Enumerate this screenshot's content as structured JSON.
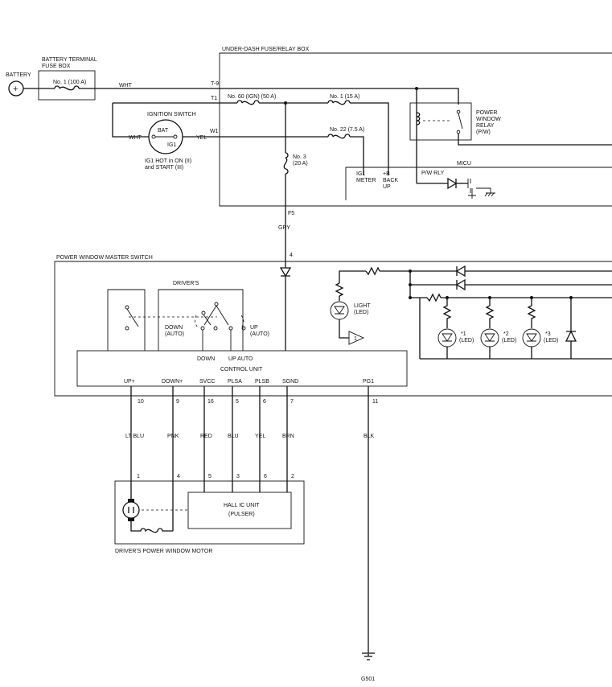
{
  "battery": {
    "label": "BATTERY",
    "symbol": "+"
  },
  "battery_fuse_box": {
    "title_line1": "BATTERY TERMINAL",
    "title_line2": "FUSE BOX",
    "fuse": "No. 1 (100 A)"
  },
  "under_dash": {
    "title": "UNDER-DASH FUSE/RELAY BOX",
    "terminals": {
      "t9": "T-9",
      "t1": "T1",
      "w1": "W1",
      "f5": "F5"
    },
    "fuses": {
      "no60": "No. 60 (IGN) (50 A)",
      "no1": "No. 1 (15 A)",
      "no22": "No. 22 (7.5 A)",
      "no3_line1": "No. 3",
      "no3_line2": "(20 A)"
    },
    "relay": {
      "line1": "POWER",
      "line2": "WINDOW",
      "line3": "RELAY",
      "line4": "(P/W)"
    },
    "micu": {
      "title": "MICU",
      "pw_rly": "P/W RLY",
      "ig1": "IG1",
      "meter": "METER",
      "plus_b": "+B",
      "back": "BACK",
      "up": "UP"
    }
  },
  "ignition_switch": {
    "title": "IGNITION SWITCH",
    "bat": "BAT",
    "ig1": "IG1",
    "note_line1": "IG1 HOT in ON (II)",
    "note_line2": "and START (III)"
  },
  "wire_colors": {
    "wht_top": "WHT",
    "wht_ign": "WHT",
    "yel_ign": "YEL",
    "gry": "GRY",
    "lt_blu": "LT BLU",
    "pnk": "PNK",
    "red": "RED",
    "blu": "BLU",
    "yel": "YEL",
    "brn": "BRN",
    "blk": "BLK"
  },
  "master_switch": {
    "title": "POWER WINDOW MASTER SWITCH",
    "pin_top": "4",
    "drivers": "DRIVER'S",
    "down_auto_line1": "DOWN",
    "down_auto_line2": "(AUTO)",
    "up_auto_line1": "UP",
    "up_auto_line2": "(AUTO)",
    "light_line1": "LIGHT",
    "light_line2": "(LED)",
    "light_marker": "1",
    "leds": [
      {
        "mark": "*1",
        "label": "(LED)"
      },
      {
        "mark": "*2",
        "label": "(LED)"
      },
      {
        "mark": "*3",
        "label": "(LED)"
      }
    ],
    "control_unit": {
      "title": "CONTROL UNIT",
      "down": "DOWN",
      "up_auto": "UP AUTO",
      "pins": [
        {
          "name": "UP+",
          "num": "10"
        },
        {
          "name": "DOWN+",
          "num": "9"
        },
        {
          "name": "SVCC",
          "num": "16"
        },
        {
          "name": "PLSA",
          "num": "5"
        },
        {
          "name": "PLSB",
          "num": "6"
        },
        {
          "name": "SGND",
          "num": "7"
        },
        {
          "name": "PG1",
          "num": "11"
        }
      ]
    }
  },
  "motor": {
    "title": "DRIVER'S POWER WINDOW MOTOR",
    "pins": [
      "1",
      "4",
      "5",
      "3",
      "6",
      "2"
    ],
    "hall_line1": "HALL IC UNIT",
    "hall_line2": "(PULSER)"
  },
  "ground": {
    "label": "G501"
  }
}
